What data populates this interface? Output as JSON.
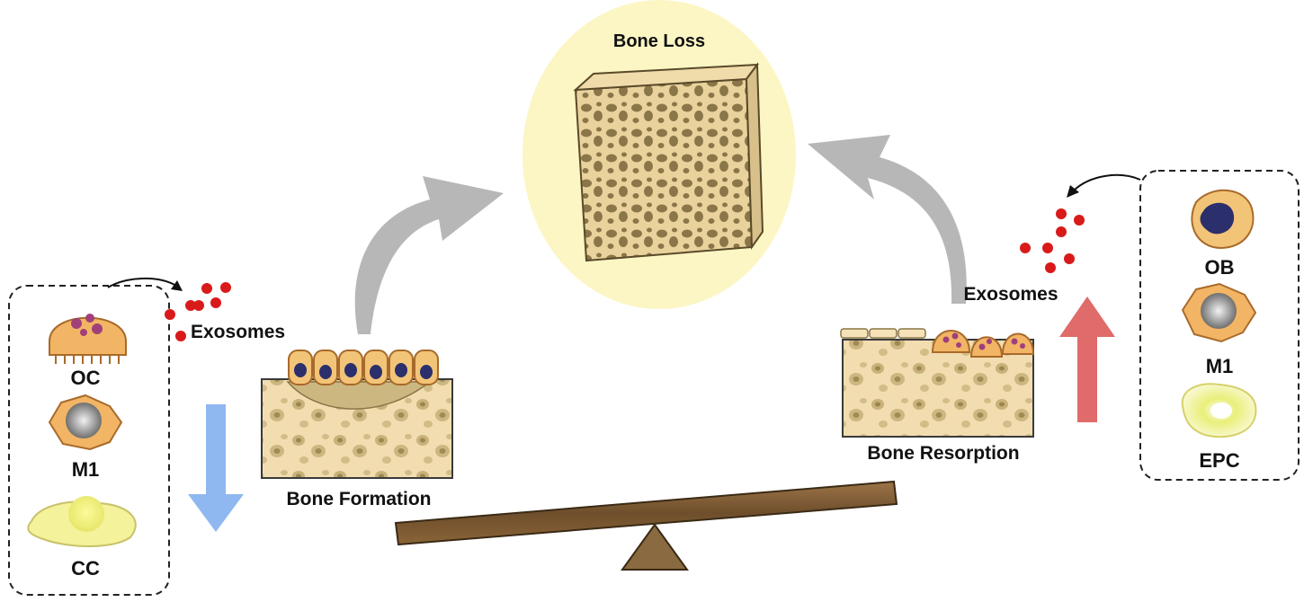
{
  "title": "Bone Loss",
  "left_panel": {
    "cells": [
      {
        "label": "OC"
      },
      {
        "label": "M1"
      },
      {
        "label": "CC"
      }
    ],
    "exosomes_label": "Exosomes",
    "trend": "down"
  },
  "right_panel": {
    "cells": [
      {
        "label": "OB"
      },
      {
        "label": "M1"
      },
      {
        "label": "EPC"
      }
    ],
    "exosomes_label": "Exosomes",
    "trend": "up"
  },
  "processes": {
    "formation": "Bone Formation",
    "resorption": "Bone Resorption"
  },
  "colors": {
    "bone_fill": "#f2ddb0",
    "bone_spot": "#c9b27a",
    "bone_outline": "#3a3a3a",
    "highlight_circle": "#fbf6c4",
    "exosome": "#d91a1a",
    "arrow_down": "#8fb8f0",
    "arrow_up": "#e06b6b",
    "curved_arrow": "#b7b7b7",
    "seesaw_plank": "#7a5a35",
    "seesaw_fulcrum": "#8a6a40"
  },
  "icons": [
    "osteoclast-icon",
    "macrophage-icon",
    "chondrocyte-icon",
    "osteoblast-icon",
    "endothelial-progenitor-icon",
    "exosome-icon",
    "seesaw-icon"
  ]
}
